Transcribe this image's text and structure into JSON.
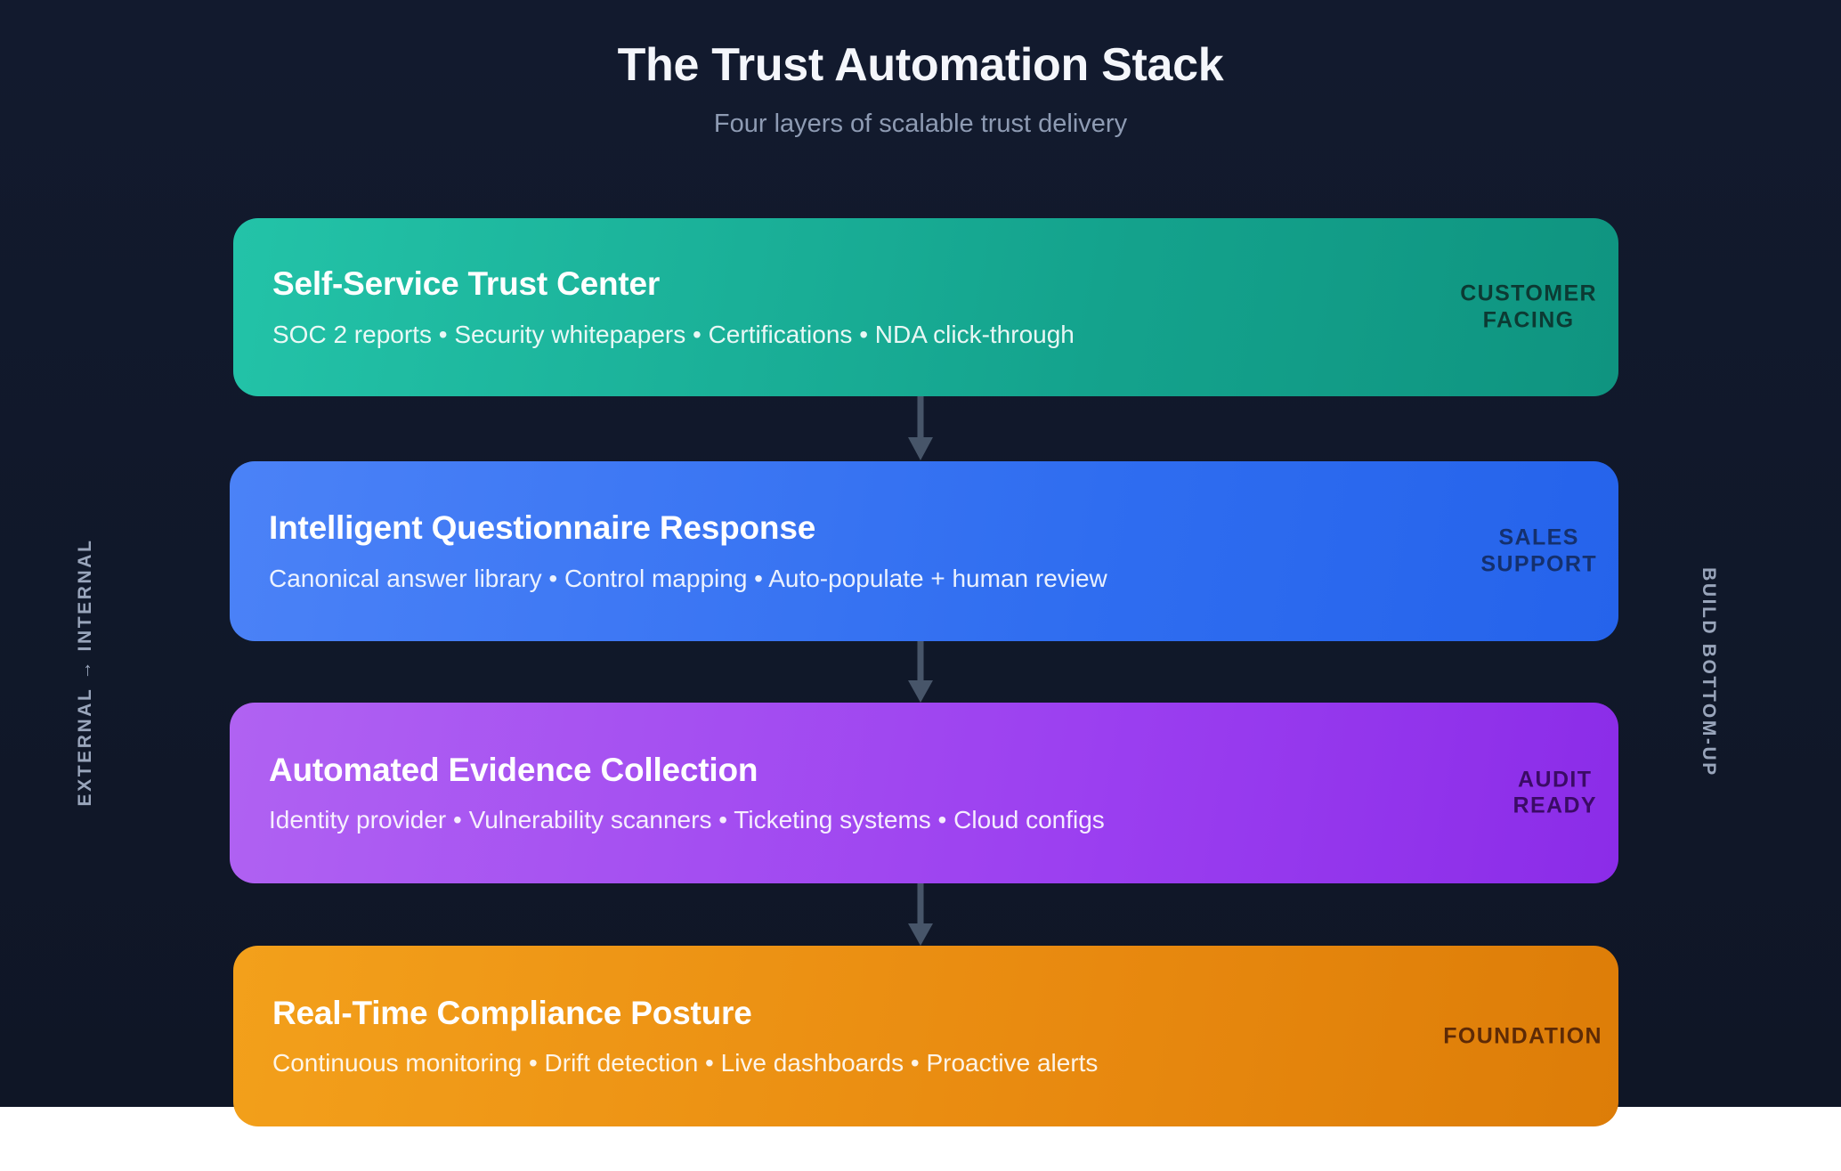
{
  "header": {
    "title": "The Trust Automation Stack",
    "subtitle": "Four layers of scalable trust delivery"
  },
  "rails": {
    "left_label": "EXTERNAL → INTERNAL",
    "right_label": "BUILD BOTTOM-UP"
  },
  "colors": {
    "background": "#111827",
    "page": "#ffffff",
    "title": "#f4f6fb",
    "subtitle": "#8e9bb3",
    "rail": "#99a5bb",
    "connector": "#475569",
    "layer_1": "#14a38d",
    "layer_2": "#2f6df0",
    "layer_3": "#9b3ff0",
    "layer_4": "#e8890f"
  },
  "stack": {
    "layers": [
      {
        "title": "Self-Service Trust Center",
        "detail": "SOC 2 reports • Security whitepapers • Certifications • NDA click-through",
        "badge": "CUSTOMER\nFACING",
        "accent": "#14a38d"
      },
      {
        "title": "Intelligent Questionnaire Response",
        "detail": "Canonical answer library • Control mapping • Auto-populate + human review",
        "badge": "SALES\nSUPPORT",
        "accent": "#2f6df0"
      },
      {
        "title": "Automated Evidence Collection",
        "detail": "Identity provider • Vulnerability scanners • Ticketing systems • Cloud configs",
        "badge": "AUDIT\nREADY",
        "accent": "#9b3ff0"
      },
      {
        "title": "Real-Time Compliance Posture",
        "detail": "Continuous monitoring • Drift detection • Live dashboards • Proactive alerts",
        "badge": "FOUNDATION",
        "accent": "#e8890f"
      }
    ],
    "connectors": [
      {
        "name": "arrow-down-icon"
      },
      {
        "name": "arrow-down-icon"
      },
      {
        "name": "arrow-down-icon"
      }
    ]
  }
}
